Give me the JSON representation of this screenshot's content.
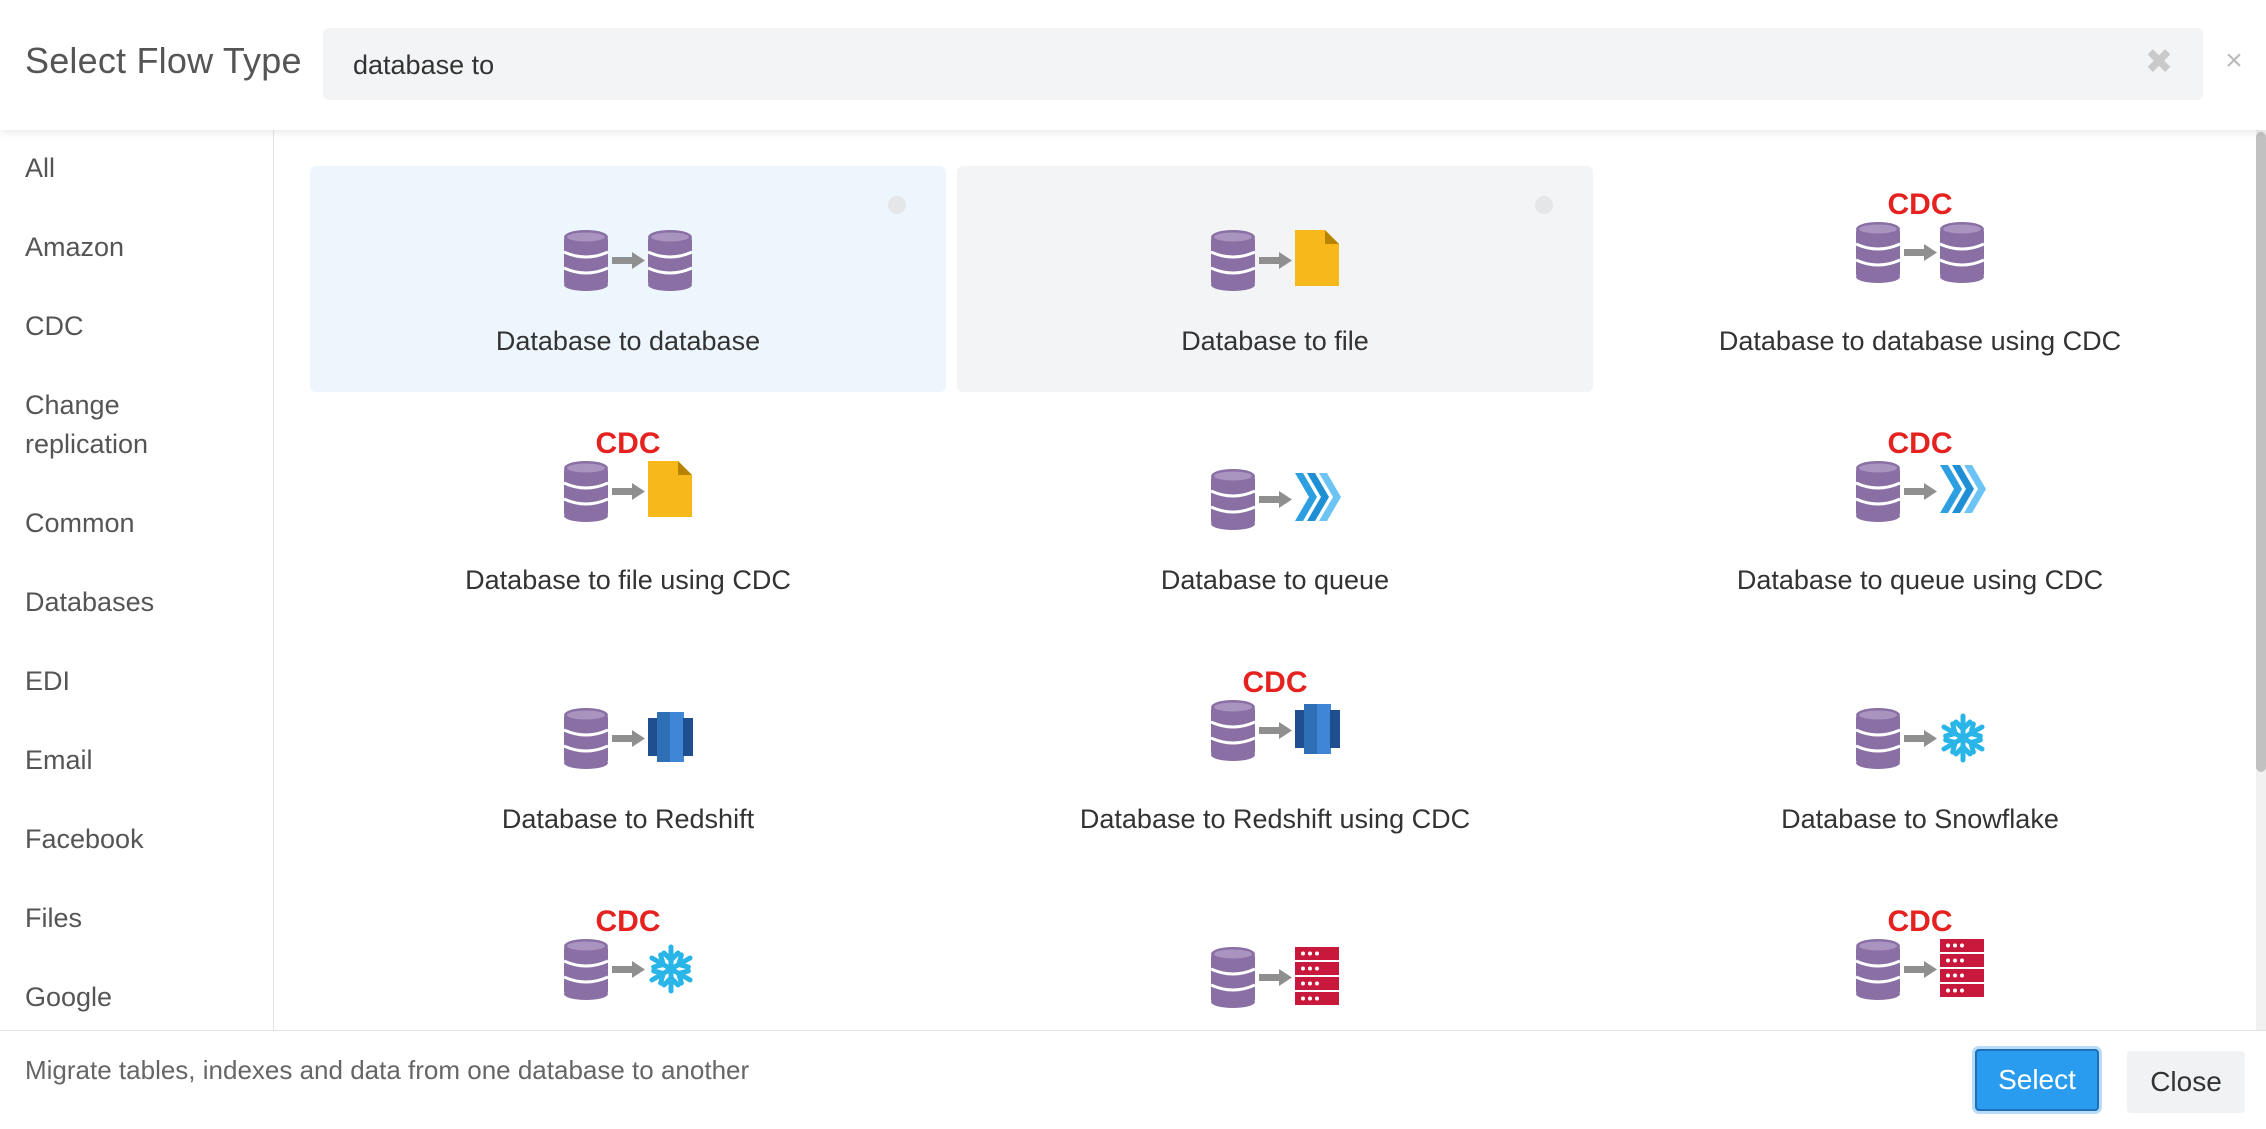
{
  "dialog": {
    "title": "Select Flow Type",
    "close_symbol": "×"
  },
  "search": {
    "value": "database to",
    "clear_symbol": "✖"
  },
  "sidebar": {
    "items": [
      {
        "label": "All"
      },
      {
        "label": "Amazon"
      },
      {
        "label": "CDC"
      },
      {
        "label": "Change replication"
      },
      {
        "label": "Common"
      },
      {
        "label": "Databases"
      },
      {
        "label": "EDI"
      },
      {
        "label": "Email"
      },
      {
        "label": "Facebook"
      },
      {
        "label": "Files"
      },
      {
        "label": "Google"
      }
    ]
  },
  "flows": [
    {
      "label": "Database to database",
      "cdc": false,
      "target": "database-icon",
      "state": "selected"
    },
    {
      "label": "Database to file",
      "cdc": false,
      "target": "file-icon",
      "state": "hover"
    },
    {
      "label": "Database to database using CDC",
      "cdc": true,
      "target": "database-icon",
      "state": ""
    },
    {
      "label": "Database to file using CDC",
      "cdc": true,
      "target": "file-icon",
      "state": ""
    },
    {
      "label": "Database to queue",
      "cdc": false,
      "target": "queue-icon",
      "state": ""
    },
    {
      "label": "Database to queue using CDC",
      "cdc": true,
      "target": "queue-icon",
      "state": ""
    },
    {
      "label": "Database to Redshift",
      "cdc": false,
      "target": "redshift-icon",
      "state": ""
    },
    {
      "label": "Database to Redshift using CDC",
      "cdc": true,
      "target": "redshift-icon",
      "state": ""
    },
    {
      "label": "Database to Snowflake",
      "cdc": false,
      "target": "snowflake-icon",
      "state": ""
    },
    {
      "label": "",
      "cdc": true,
      "target": "snowflake-icon",
      "state": ""
    },
    {
      "label": "",
      "cdc": false,
      "target": "server-icon",
      "state": ""
    },
    {
      "label": "",
      "cdc": true,
      "target": "server-icon",
      "state": ""
    }
  ],
  "cdc_badge": "CDC",
  "colors": {
    "database": "#8a6fa5",
    "file": "#f7b81b",
    "queue": "#2d9fe0",
    "redshift": "#2f6fb5",
    "snowflake": "#29b5e8",
    "server": "#c8193c",
    "cdc": "#e5221f",
    "accent": "#2a9cf0"
  },
  "footer": {
    "description": "Migrate tables, indexes and data from one database to another",
    "select_label": "Select",
    "close_label": "Close"
  }
}
